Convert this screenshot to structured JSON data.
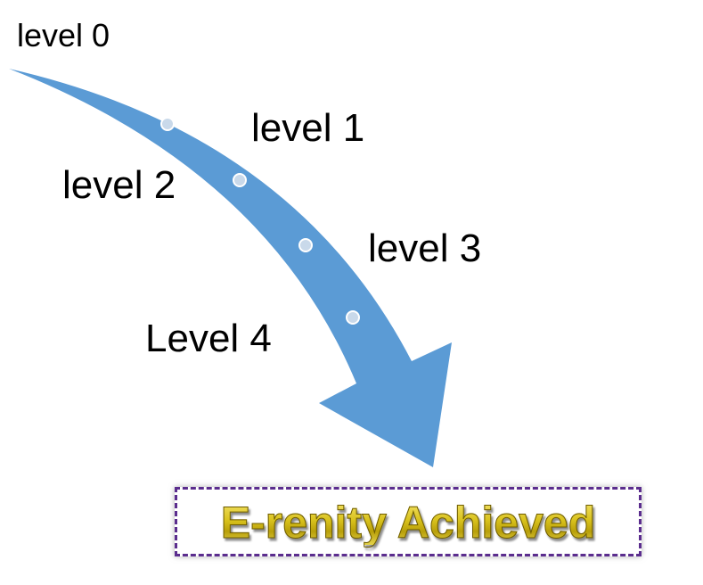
{
  "levels": {
    "level0": "level 0",
    "level1": "level 1",
    "level2": "level 2",
    "level3": "level 3",
    "level4": "Level 4"
  },
  "result": {
    "text": "E-renity Achieved"
  },
  "colors": {
    "arrow": "#5b9bd5",
    "dot_fill": "#c9d9ea",
    "dot_stroke": "#ffffff",
    "box_border": "#5b2d8e",
    "result_text": "#d9c21c"
  }
}
